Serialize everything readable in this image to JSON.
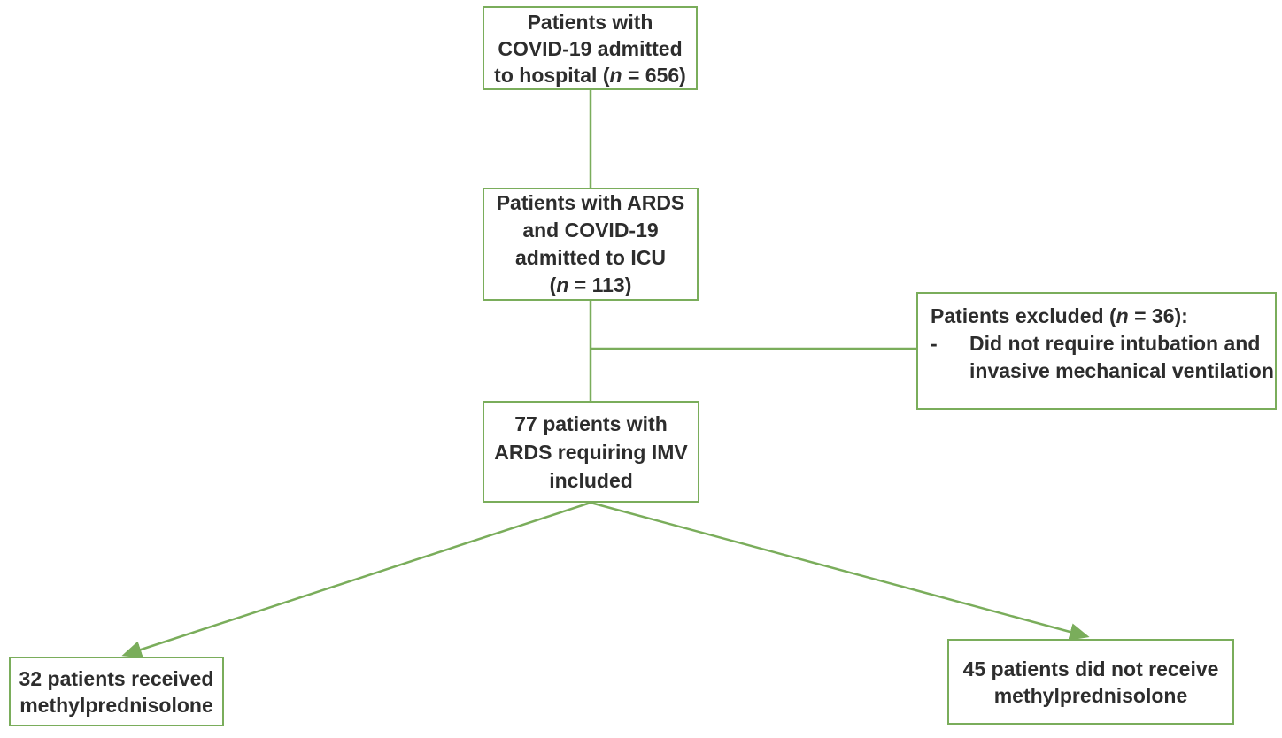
{
  "colors": {
    "accent_green": "#7aad5b",
    "text": "#2d2d2d",
    "background": "#ffffff"
  },
  "nodes": {
    "hospital": {
      "lines": [
        [
          {
            "t": "Patients with"
          }
        ],
        [
          {
            "t": "COVID-19 admitted"
          }
        ],
        [
          {
            "t": "to hospital ("
          },
          {
            "t": "n",
            "i": true
          },
          {
            "t": " = 656)"
          }
        ]
      ]
    },
    "icu": {
      "lines": [
        [
          {
            "t": "Patients with ARDS"
          }
        ],
        [
          {
            "t": "and COVID-19"
          }
        ],
        [
          {
            "t": "admitted to ICU"
          }
        ],
        [
          {
            "t": "("
          },
          {
            "t": "n",
            "i": true
          },
          {
            "t": " = 113)"
          }
        ]
      ]
    },
    "excluded": {
      "title": [
        [
          {
            "t": "Patients excluded ("
          },
          {
            "t": "n",
            "i": true
          },
          {
            "t": " = 36):"
          }
        ]
      ],
      "bullet_dash": "-",
      "bullet_lines": [
        [
          {
            "t": "Did not require intubation and"
          }
        ],
        [
          {
            "t": "invasive mechanical ventilation"
          }
        ]
      ]
    },
    "imv": {
      "lines": [
        [
          {
            "t": "77 patients with"
          }
        ],
        [
          {
            "t": "ARDS requiring IMV"
          }
        ],
        [
          {
            "t": "included"
          }
        ]
      ]
    },
    "methylprednisolone": {
      "lines": [
        [
          {
            "t": "32 patients received"
          }
        ],
        [
          {
            "t": "methylprednisolone"
          }
        ]
      ]
    },
    "no_methylprednisolone": {
      "lines": [
        [
          {
            "t": "45 patients did not receive"
          }
        ],
        [
          {
            "t": "methylprednisolone"
          }
        ]
      ]
    }
  }
}
